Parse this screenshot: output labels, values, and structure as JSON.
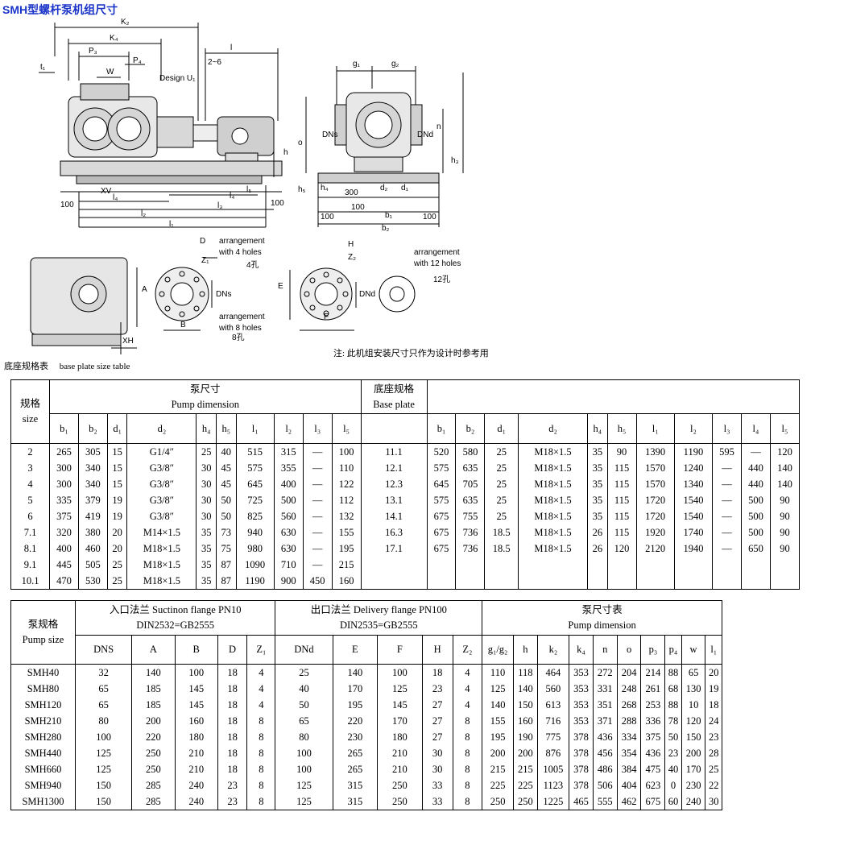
{
  "page_title": "SMH型螺杆泵机组尺寸",
  "drawing": {
    "labels": {
      "K2": "K₂",
      "K4": "K₄",
      "P3": "P₃",
      "P4": "P₄",
      "W": "W",
      "t1": "t₁",
      "l": "l",
      "gap": "2~6",
      "design": "Design U₁",
      "h": "h",
      "XV": "XV",
      "l4": "l₄",
      "l5": "l₅",
      "l3": "l₃",
      "l2": "l₂",
      "l1": "l₁",
      "d100": "100",
      "g1": "g₁",
      "g2": "g₂",
      "DNs": "DNs",
      "DNd": "DNd",
      "n": "n",
      "o": "o",
      "h3": "h₃",
      "h5": "h₅",
      "h4": "h₄",
      "d300": "300",
      "d2": "d₂",
      "d1": "d₁",
      "b1": "b₁",
      "b2": "b₂",
      "D": "D",
      "Z1": "Z₁",
      "arr4a": "arrangement",
      "arr4b": "with 4 holes",
      "k4": "4孔",
      "A": "A",
      "B": "B",
      "arr8a": "arrangement",
      "arr8b": "with 8 holes",
      "k8": "8孔",
      "XH": "XH",
      "H": "H",
      "Z2": "Z₂",
      "E": "E",
      "F": "F",
      "arr12a": "arrangement",
      "arr12b": "with 12 holes",
      "k12": "12孔"
    }
  },
  "note": "注: 此机组安装尺寸只作为设计时参考用",
  "base_caption": "底座规格表　 base plate size table",
  "table1": {
    "size_label_cn": "规格",
    "size_label_en": "size",
    "pump_cn": "泵尺寸",
    "pump_en": "Pump dimension",
    "base_cn": "底座规格",
    "base_en": "Base plate",
    "pump_cols": [
      "b₁",
      "b₂",
      "d₁",
      "d₂",
      "h₄",
      "h₅",
      "l₁",
      "l₂",
      "l₃",
      "l₅"
    ],
    "base_cols": [
      "b₁",
      "b₂",
      "d₁",
      "d₂",
      "h₄",
      "h₅",
      "l₁",
      "l₂",
      "l₃",
      "l₄",
      "l₅"
    ],
    "rows": [
      [
        "2",
        "265",
        "305",
        "15",
        "G1/4″",
        "25",
        "40",
        "515",
        "315",
        "—",
        "100",
        "11.1",
        "520",
        "580",
        "25",
        "M18×1.5",
        "35",
        "90",
        "1390",
        "1190",
        "595",
        "—",
        "120"
      ],
      [
        "3",
        "300",
        "340",
        "15",
        "G3/8″",
        "30",
        "45",
        "575",
        "355",
        "—",
        "110",
        "12.1",
        "575",
        "635",
        "25",
        "M18×1.5",
        "35",
        "115",
        "1570",
        "1240",
        "—",
        "440",
        "140"
      ],
      [
        "4",
        "300",
        "340",
        "15",
        "G3/8″",
        "30",
        "45",
        "645",
        "400",
        "—",
        "122",
        "12.3",
        "645",
        "705",
        "25",
        "M18×1.5",
        "35",
        "115",
        "1570",
        "1340",
        "—",
        "440",
        "140"
      ],
      [
        "5",
        "335",
        "379",
        "19",
        "G3/8″",
        "30",
        "50",
        "725",
        "500",
        "—",
        "112",
        "13.1",
        "575",
        "635",
        "25",
        "M18×1.5",
        "35",
        "115",
        "1720",
        "1540",
        "—",
        "500",
        "90"
      ],
      [
        "6",
        "375",
        "419",
        "19",
        "G3/8″",
        "30",
        "50",
        "825",
        "560",
        "—",
        "132",
        "14.1",
        "675",
        "755",
        "25",
        "M18×1.5",
        "35",
        "115",
        "1720",
        "1540",
        "—",
        "500",
        "90"
      ],
      [
        "7.1",
        "320",
        "380",
        "20",
        "M14×1.5",
        "35",
        "73",
        "940",
        "630",
        "—",
        "155",
        "16.3",
        "675",
        "736",
        "18.5",
        "M18×1.5",
        "26",
        "115",
        "1920",
        "1740",
        "—",
        "500",
        "90"
      ],
      [
        "8.1",
        "400",
        "460",
        "20",
        "M18×1.5",
        "35",
        "75",
        "980",
        "630",
        "—",
        "195",
        "17.1",
        "675",
        "736",
        "18.5",
        "M18×1.5",
        "26",
        "120",
        "2120",
        "1940",
        "—",
        "650",
        "90"
      ],
      [
        "9.1",
        "445",
        "505",
        "25",
        "M18×1.5",
        "35",
        "87",
        "1090",
        "710",
        "—",
        "215",
        "",
        "",
        "",
        "",
        "",
        "",
        "",
        "",
        "",
        "",
        "",
        ""
      ],
      [
        "10.1",
        "470",
        "530",
        "25",
        "M18×1.5",
        "35",
        "87",
        "1190",
        "900",
        "450",
        "160",
        "",
        "",
        "",
        "",
        "",
        "",
        "",
        "",
        "",
        "",
        "",
        ""
      ]
    ]
  },
  "table2": {
    "model_cn": "泵规格",
    "model_en": "Pump size",
    "suction_l1": "入口法兰 Suctinon flange PN10",
    "suction_l2": "DIN2532=GB2555",
    "delivery_l1": "出口法兰 Delivery flange PN100",
    "delivery_l2": "DIN2535=GB2555",
    "pump_cn": "泵尺寸表",
    "pump_en": "Pump dimension",
    "cols": [
      "DNS",
      "A",
      "B",
      "D",
      "Z₁",
      "DNd",
      "E",
      "F",
      "H",
      "Z₂",
      "g₁/g₂",
      "h",
      "k₂",
      "k₄",
      "n",
      "o",
      "p₃",
      "p₄",
      "w",
      "l₁"
    ],
    "rows": [
      [
        "SMH40",
        "32",
        "140",
        "100",
        "18",
        "4",
        "25",
        "140",
        "100",
        "18",
        "4",
        "110",
        "118",
        "464",
        "353",
        "272",
        "204",
        "214",
        "88",
        "65",
        "20"
      ],
      [
        "SMH80",
        "65",
        "185",
        "145",
        "18",
        "4",
        "40",
        "170",
        "125",
        "23",
        "4",
        "125",
        "140",
        "560",
        "353",
        "331",
        "248",
        "261",
        "68",
        "130",
        "19"
      ],
      [
        "SMH120",
        "65",
        "185",
        "145",
        "18",
        "4",
        "50",
        "195",
        "145",
        "27",
        "4",
        "140",
        "150",
        "613",
        "353",
        "351",
        "268",
        "253",
        "88",
        "10",
        "18"
      ],
      [
        "SMH210",
        "80",
        "200",
        "160",
        "18",
        "8",
        "65",
        "220",
        "170",
        "27",
        "8",
        "155",
        "160",
        "716",
        "353",
        "371",
        "288",
        "336",
        "78",
        "120",
        "24"
      ],
      [
        "SMH280",
        "100",
        "220",
        "180",
        "18",
        "8",
        "80",
        "230",
        "180",
        "27",
        "8",
        "195",
        "190",
        "775",
        "378",
        "436",
        "334",
        "375",
        "50",
        "150",
        "23"
      ],
      [
        "SMH440",
        "125",
        "250",
        "210",
        "18",
        "8",
        "100",
        "265",
        "210",
        "30",
        "8",
        "200",
        "200",
        "876",
        "378",
        "456",
        "354",
        "436",
        "23",
        "200",
        "28"
      ],
      [
        "SMH660",
        "125",
        "250",
        "210",
        "18",
        "8",
        "100",
        "265",
        "210",
        "30",
        "8",
        "215",
        "215",
        "1005",
        "378",
        "486",
        "384",
        "475",
        "40",
        "170",
        "25"
      ],
      [
        "SMH940",
        "150",
        "285",
        "240",
        "23",
        "8",
        "125",
        "315",
        "250",
        "33",
        "8",
        "225",
        "225",
        "1123",
        "378",
        "506",
        "404",
        "623",
        "0",
        "230",
        "22"
      ],
      [
        "SMH1300",
        "150",
        "285",
        "240",
        "23",
        "8",
        "125",
        "315",
        "250",
        "33",
        "8",
        "250",
        "250",
        "1225",
        "465",
        "555",
        "462",
        "675",
        "60",
        "240",
        "30"
      ]
    ]
  }
}
